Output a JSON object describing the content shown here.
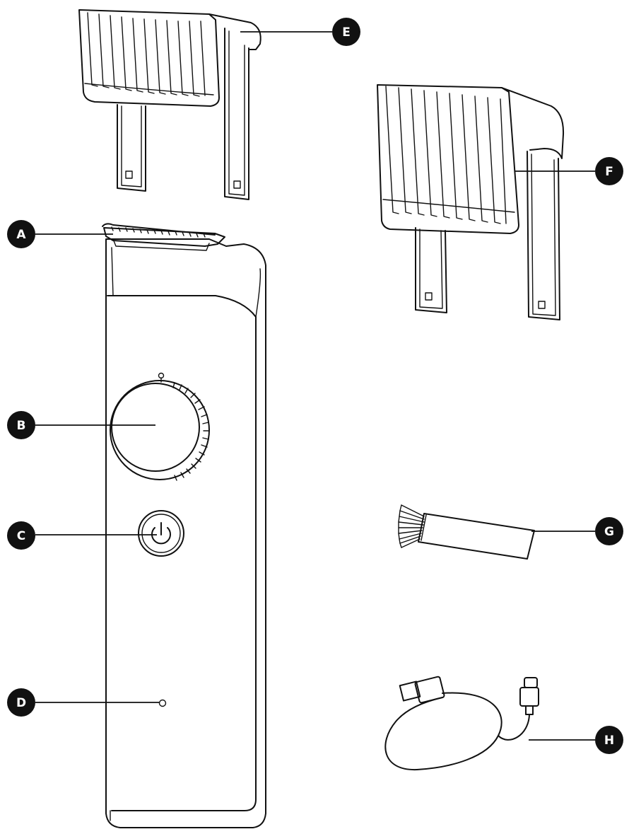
{
  "callouts": [
    {
      "id": "A",
      "part": "blade-head"
    },
    {
      "id": "B",
      "part": "length-dial"
    },
    {
      "id": "C",
      "part": "power-button"
    },
    {
      "id": "D",
      "part": "indicator-light"
    },
    {
      "id": "E",
      "part": "short-comb"
    },
    {
      "id": "F",
      "part": "long-comb"
    },
    {
      "id": "G",
      "part": "cleaning-brush"
    },
    {
      "id": "H",
      "part": "usb-cable"
    }
  ],
  "colors": {
    "line": "#111111",
    "badge": "#111111",
    "badge_text": "#ffffff",
    "background": "#ffffff"
  }
}
